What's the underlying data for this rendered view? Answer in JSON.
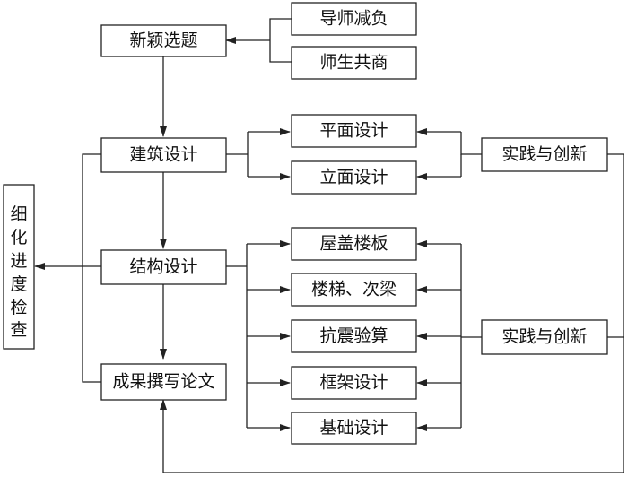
{
  "boxes": {
    "topic_selection": "新颖选题",
    "mentor_relief": "导师减负",
    "teacher_student_discussion": "师生共商",
    "architectural_design": "建筑设计",
    "plan_design": "平面设计",
    "elevation_design": "立面设计",
    "practice_innovation_top": "实践与创新",
    "progress_check": [
      "细",
      "化",
      "进",
      "度",
      "检",
      "查"
    ],
    "structural_design": "结构设计",
    "roof_floor_slab": "屋盖楼板",
    "stairs_secondary_beams": "楼梯、次梁",
    "seismic_check": "抗震验算",
    "frame_design": "框架设计",
    "foundation_design": "基础设计",
    "practice_innovation_bottom": "实践与创新",
    "thesis_writing": "成果撰写论文"
  }
}
